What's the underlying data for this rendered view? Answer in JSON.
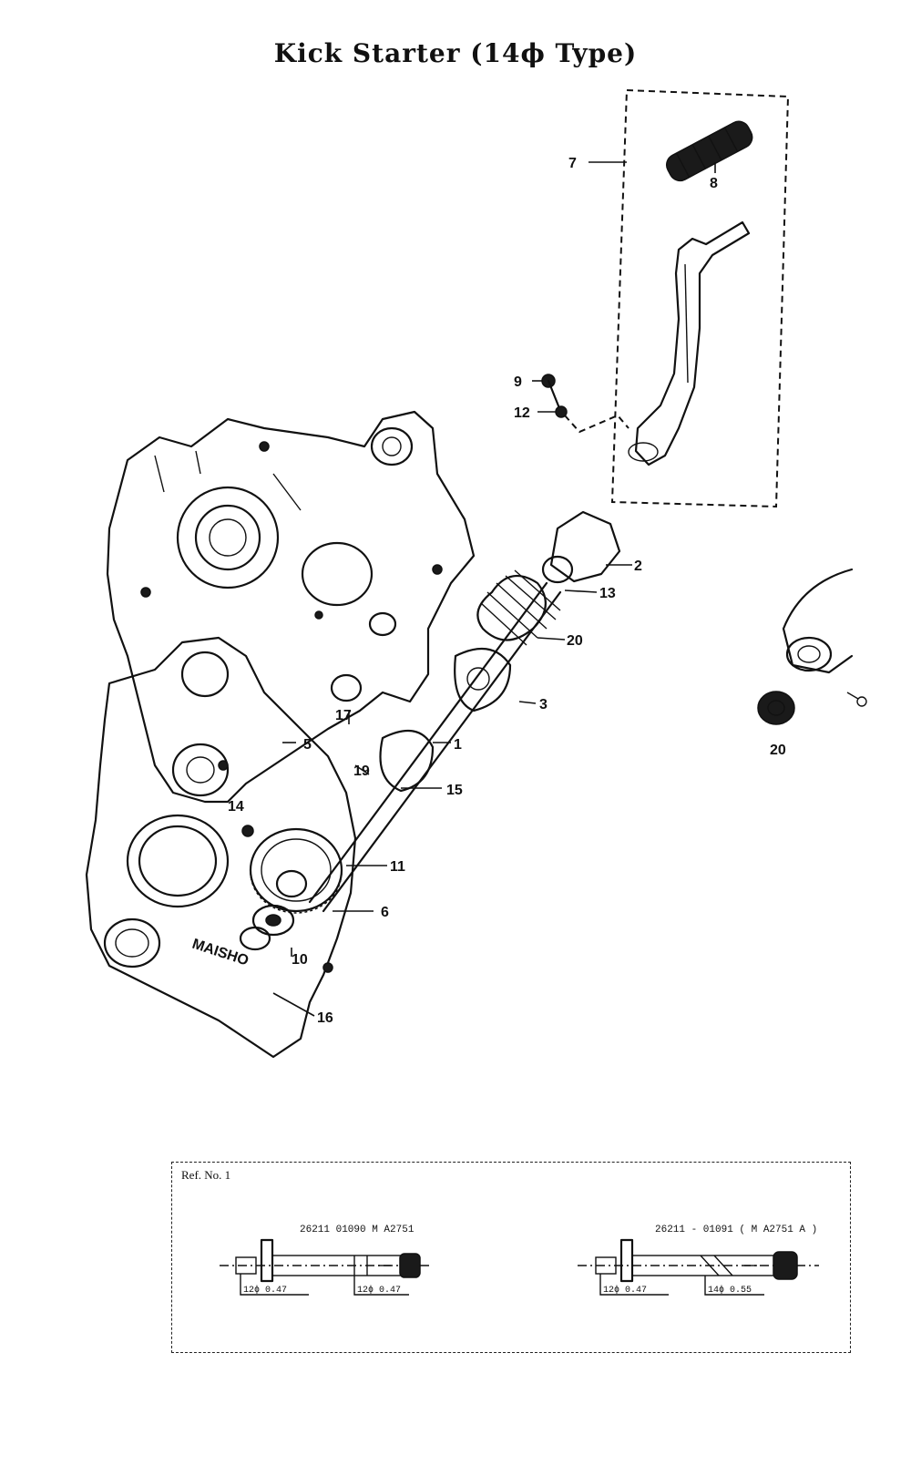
{
  "title": "Kick Starter (14ϕ Type)",
  "callouts": [
    "7",
    "8",
    "9",
    "12",
    "2",
    "13",
    "20",
    "3",
    "1",
    "5",
    "17",
    "19",
    "15",
    "14",
    "11",
    "6",
    "10",
    "16",
    "20"
  ],
  "crankcase_marking": "MAISHO",
  "ref_box": {
    "title": "Ref. No. 1",
    "variants": [
      {
        "part_number": "26211  01090  M A2751",
        "dim_left": "12ϕ 0.47",
        "dim_right": "12ϕ 0.47"
      },
      {
        "part_number": "26211 - 01091  ( M A2751 A )",
        "dim_left": "12ϕ 0.47",
        "dim_right": "14ϕ 0.55"
      }
    ]
  }
}
